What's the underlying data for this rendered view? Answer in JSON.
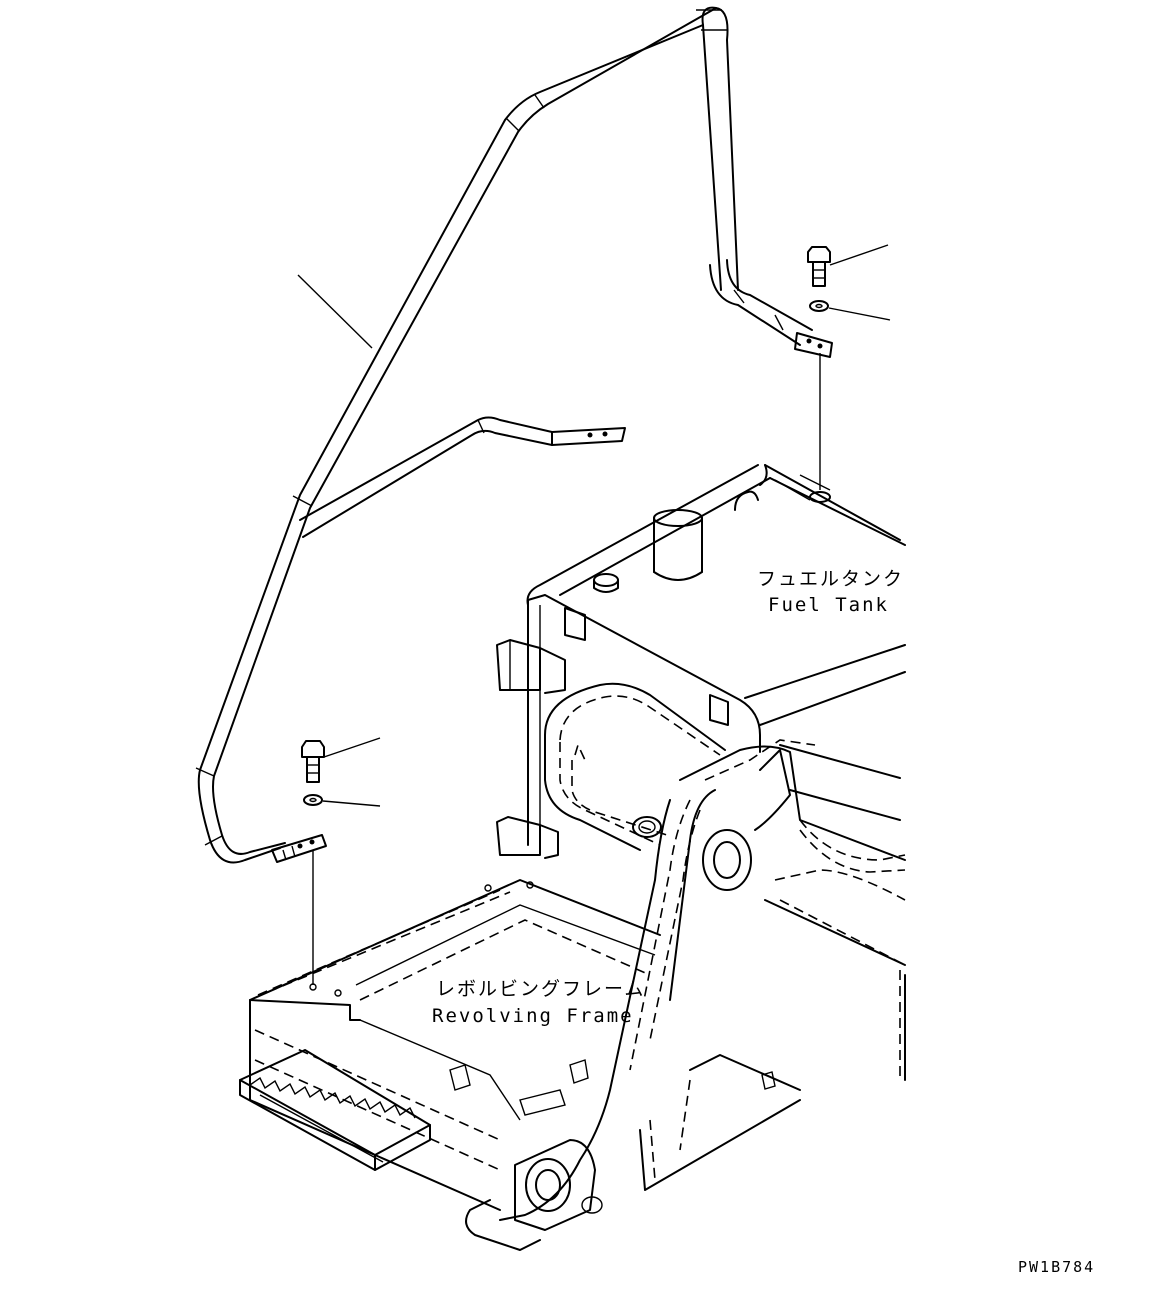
{
  "labels": {
    "fuel_tank_jp": "フュエルタンク",
    "fuel_tank_en": "Fuel Tank",
    "revolving_frame_jp": "レボルビングフレーム",
    "revolving_frame_en": "Revolving Frame"
  },
  "drawing_code": "PW1B784"
}
